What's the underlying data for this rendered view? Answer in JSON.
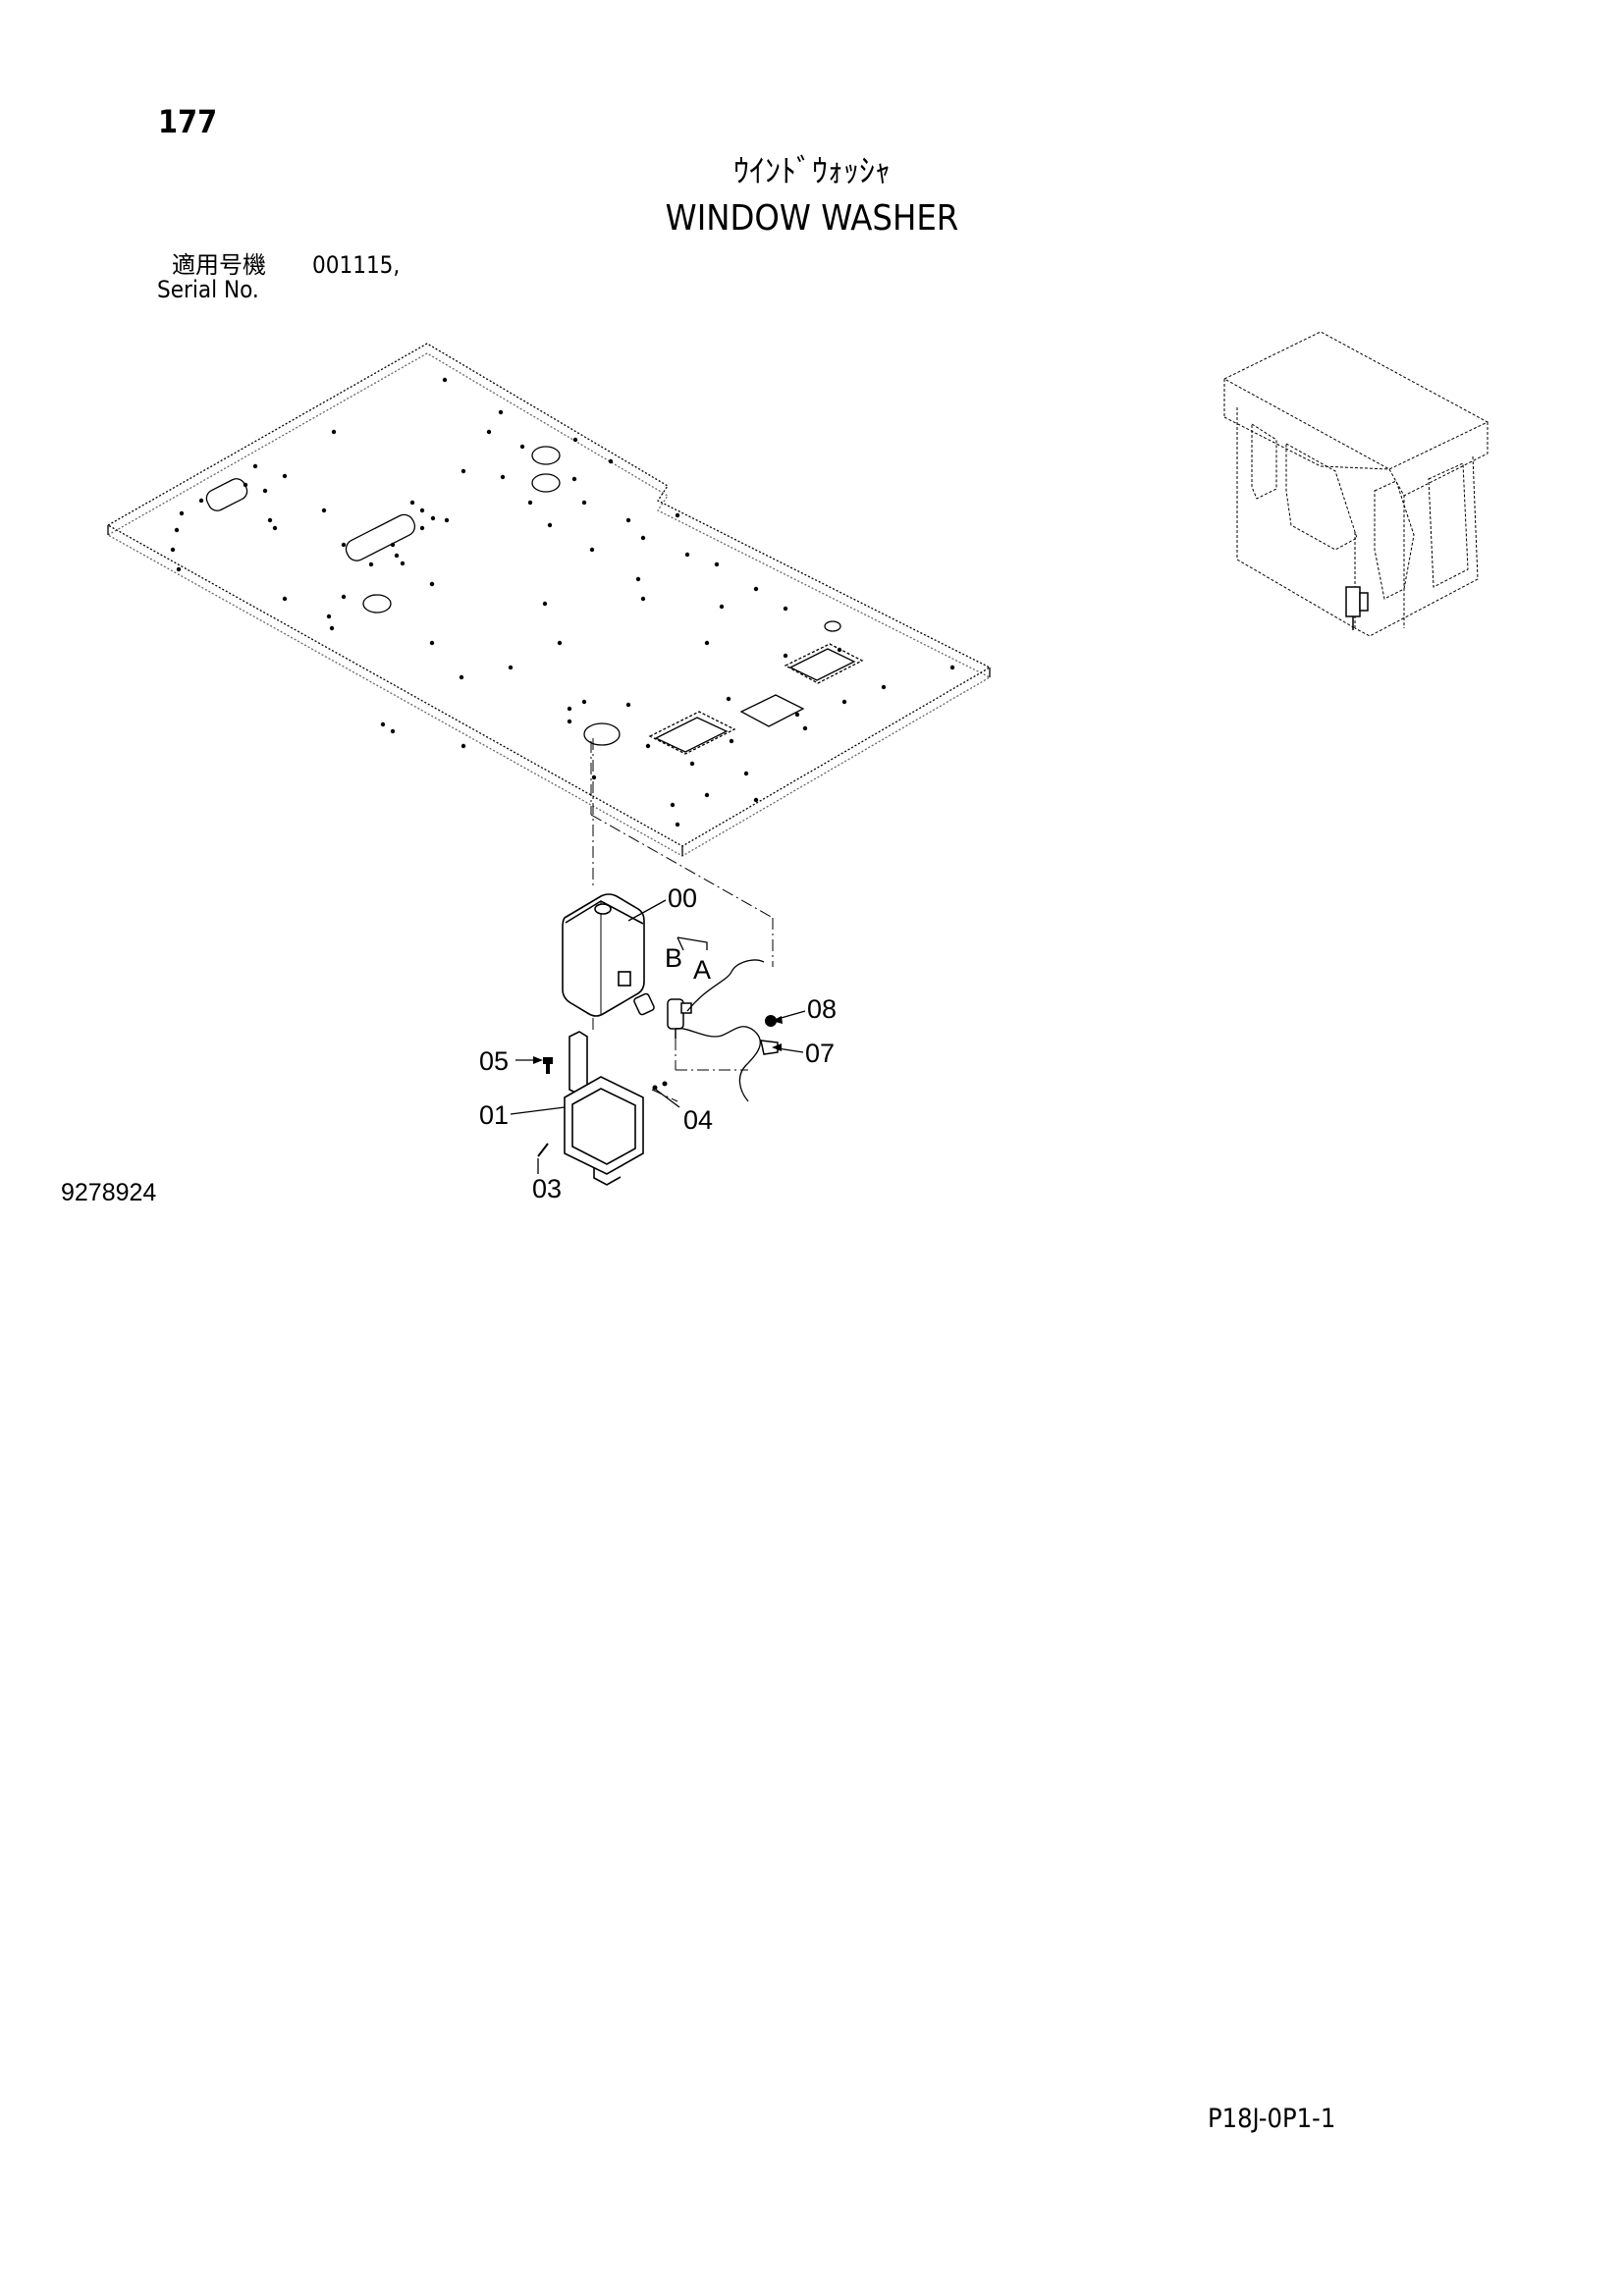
{
  "header": {
    "page_number": "177",
    "title_jp": "ｳｲﾝﾄﾞｳｫｯｼｬ",
    "title_en": "WINDOW WASHER",
    "serial_label_jp": "適用号機",
    "serial_value": "001115,",
    "serial_label_en": "Serial No."
  },
  "diagram": {
    "part_labels": [
      "00",
      "01",
      "03",
      "04",
      "05",
      "07",
      "08"
    ],
    "port_labels": [
      "A",
      "B"
    ]
  },
  "footer": {
    "drawing_number": "9278924",
    "page_code": "P18J-0P1-1"
  }
}
